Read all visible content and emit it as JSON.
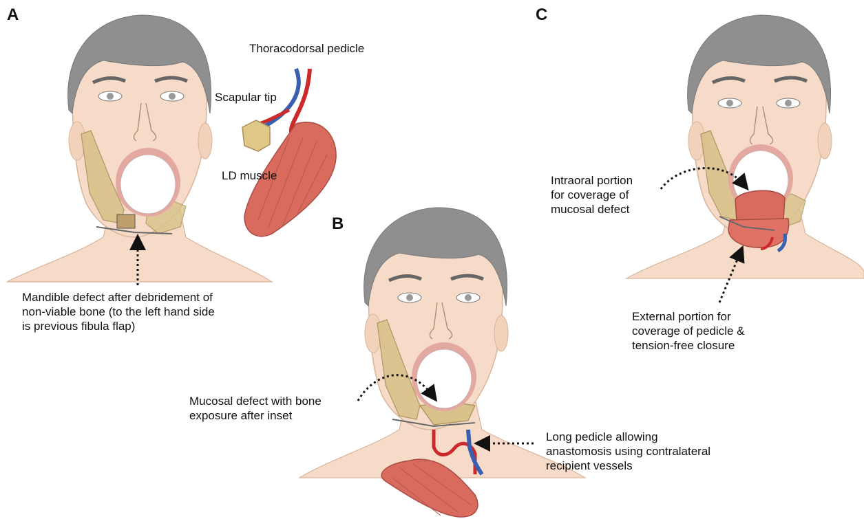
{
  "panels": {
    "a": "A",
    "b": "B",
    "c": "C"
  },
  "labels": {
    "thoracodorsal": "Thoracodorsal pedicle",
    "scapular": "Scapular tip",
    "ld_muscle": "LD muscle",
    "mandible_defect": [
      "Mandible defect after debridement of",
      "non-viable bone (to the left hand side",
      "is previous fibula flap)"
    ],
    "mucosal_defect": [
      "Mucosal defect with bone",
      "exposure after inset"
    ],
    "long_pedicle": [
      "Long pedicle allowing",
      "anastomosis using contralateral",
      "recipient vessels"
    ],
    "intraoral": [
      "Intraoral portion",
      "for coverage of",
      "mucosal defect"
    ],
    "external": [
      "External portion for",
      "coverage of pedicle &",
      "tension-free closure"
    ]
  },
  "colors": {
    "skin": "#f6dcc8",
    "skin_edge": "#d8b49a",
    "hair": "#8f8f8f",
    "bone": "#d9c28a",
    "muscle": "#d96a5e",
    "artery": "#cc2a2a",
    "vein": "#3a5fb0",
    "mouth": "#ffffff",
    "lip": "#e3a8a0"
  }
}
